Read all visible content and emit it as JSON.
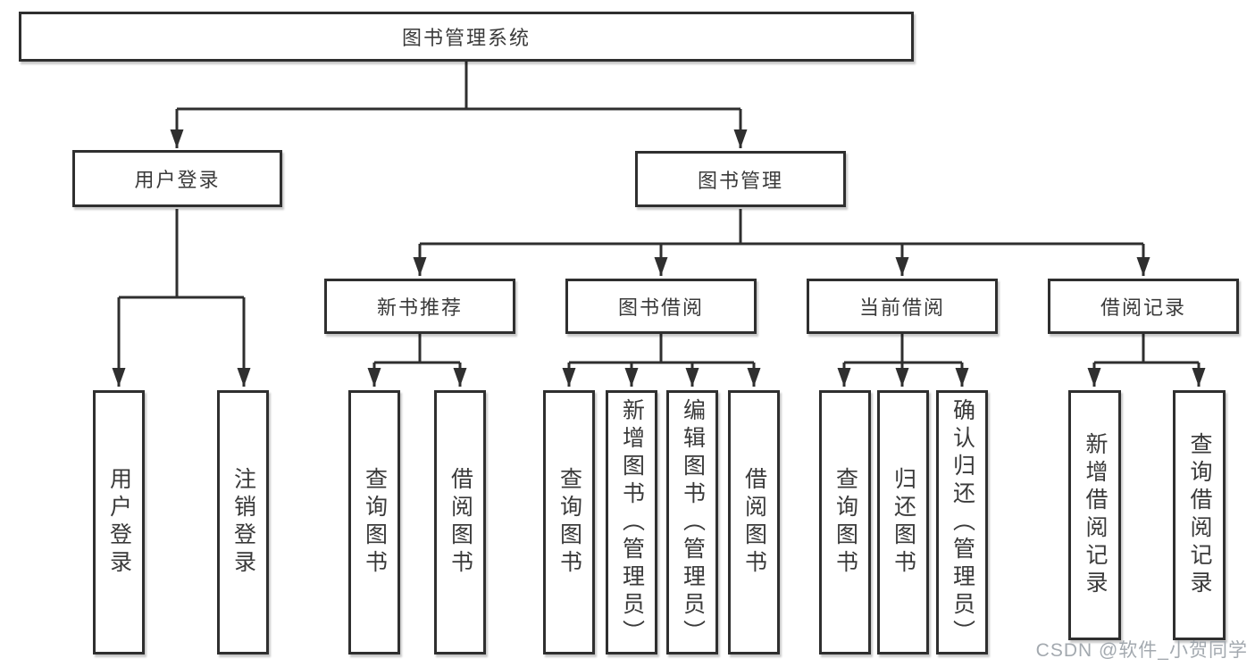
{
  "diagram": {
    "root": "图书管理系统",
    "level2": {
      "user_login": "用户登录",
      "book_management": "图书管理"
    },
    "level3": {
      "new_book_recommend": "新书推荐",
      "book_borrow": "图书借阅",
      "current_borrow": "当前借阅",
      "borrow_records": "借阅记录"
    },
    "leaves": {
      "user_login_children": [
        "用户登录",
        "注销登录"
      ],
      "new_book_children": [
        "查询图书",
        "借阅图书"
      ],
      "book_borrow_children": [
        "查询图书",
        "新增图书（管理员）",
        "编辑图书（管理员）",
        "借阅图书"
      ],
      "current_borrow_children": [
        "查询图书",
        "归还图书",
        "确认归还（管理员）"
      ],
      "borrow_records_children": [
        "新增借阅记录",
        "查询借阅记录"
      ]
    }
  },
  "watermark": {
    "text": "CSDN @软件_小贺同学"
  },
  "colors": {
    "line": "#2f2f2f",
    "text": "#3a3a3a",
    "box_background": "#ffffff",
    "watermark": "#9ea4ab"
  }
}
